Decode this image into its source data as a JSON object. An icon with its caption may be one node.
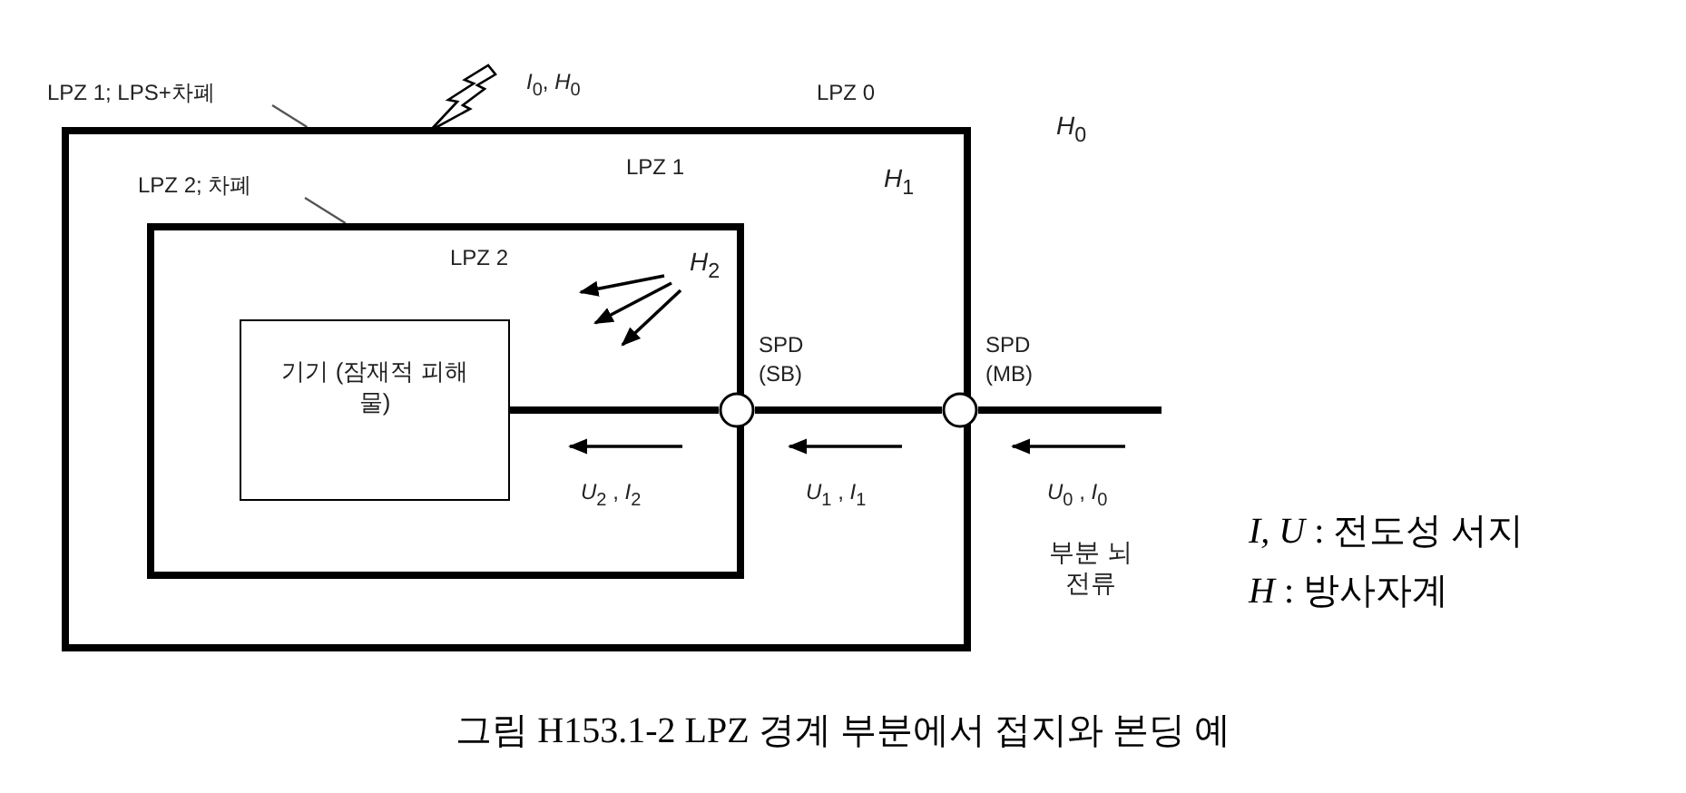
{
  "diagram": {
    "caption": "그림 H153.1-2 LPZ 경계 부분에서 접지와 본딩 예",
    "nodes": [
      {
        "text": [
          "LPZ 1"
        ]
      },
      {
        "text": [
          "LPZ 2"
        ],
        "in": 0
      },
      {
        "text": [
          "기기 (잠재적 피해 물)"
        ],
        "in": 1
      },
      {
        "text": [],
        "shape": "circle",
        "beside": [
          "SPD (SB)"
        ],
        "in": 0
      },
      {
        "text": [],
        "shape": "circle",
        "beside": [
          "SPD (MB)"
        ]
      },
      {
        "text": [
          "LPZ 1; LPS+차폐"
        ]
      },
      {
        "text": [
          "LPZ 2; 차폐"
        ],
        "in": 0
      }
    ],
    "edges": [
      {
        "from": 2,
        "to": 3,
        "arrow": "none"
      },
      {
        "from": 3,
        "to": 4,
        "arrow": "none"
      },
      {
        "from": 4,
        "to": null,
        "arrow": "none"
      },
      {
        "from": 5,
        "to": 0,
        "arrow": "none"
      },
      {
        "from": 6,
        "to": 1,
        "arrow": "none"
      }
    ],
    "labels": [
      "*I*$_{0}$, *H*$_{0}$",
      "LPZ 0",
      "*H*$_{0}$",
      "*H*$_{1}$",
      "*H*$_{2}$",
      "*U*$_{2}$ , *I*$_{2}$",
      "*U*$_{1}$ , *I*$_{1}$",
      "*U*$_{0}$ , *I*$_{0}$",
      "부분 뇌전류",
      "*I, U* : 전도성 서지",
      "*H* : 방사자계"
    ]
  }
}
